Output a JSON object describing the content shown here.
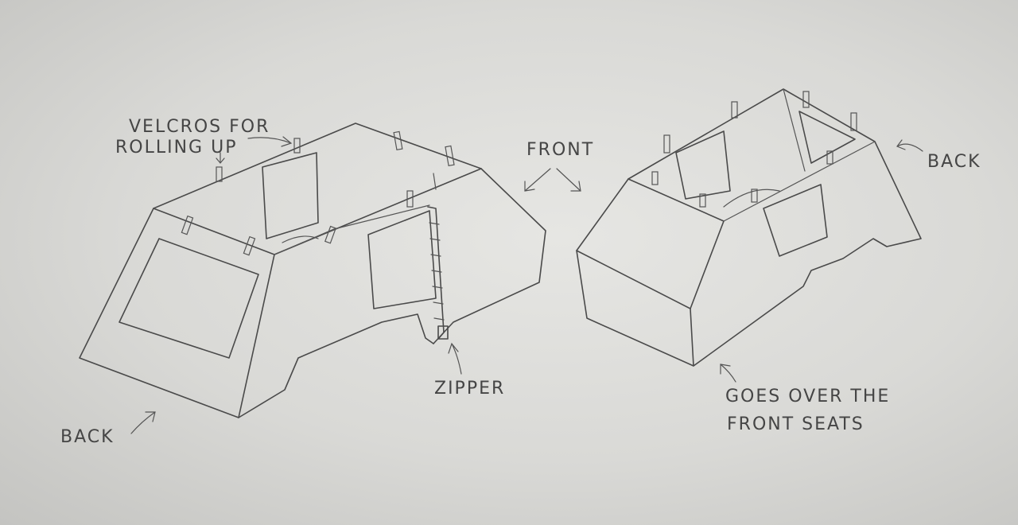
{
  "labels": {
    "velcros_line1": "VELCROS FOR",
    "velcros_line2": "ROLLING UP",
    "front": "FRONT",
    "back_left": "BACK",
    "back_right": "BACK",
    "zipper": "ZIPPER",
    "goes_over_line1": "GOES OVER THE",
    "goes_over_line2": "FRONT SEATS"
  },
  "colors": {
    "paper": "#e2e2df",
    "pencil": "#4a4a4a"
  }
}
